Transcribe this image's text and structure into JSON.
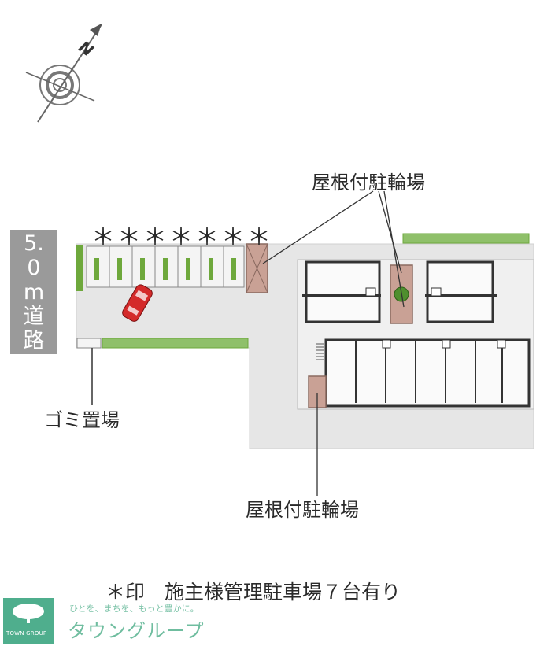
{
  "compass": {
    "north_label": "N"
  },
  "road": {
    "label": "5.0m道路"
  },
  "reserved_marks": "＊＊＊＊＊＊＊",
  "labels": {
    "covered_bicycle_parking_top": "屋根付駐輪場",
    "covered_bicycle_parking_bottom": "屋根付駐輪場",
    "garbage_area": "ゴミ置場"
  },
  "legend": "＊印　施主様管理駐車場７台有り",
  "brand": {
    "name": "タウングループ",
    "slogan": "ひとを、まちを、もっと豊かに。",
    "logo_text": "TOWN GROUP"
  },
  "colors": {
    "ground": "#e6e6e6",
    "road": "#9a9a9a",
    "greenery": "#6ea83c",
    "bicycle_shelter": "#c9a195",
    "building_outline": "#333333",
    "car": "#d42a2a",
    "brand": "#4fae8d"
  }
}
